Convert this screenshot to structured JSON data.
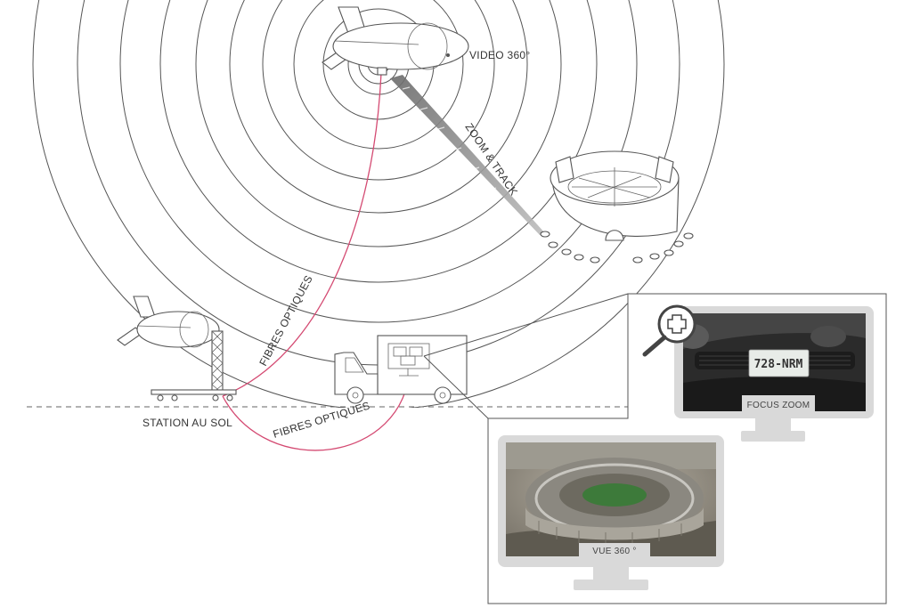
{
  "labels": {
    "video360": "VIDEO 360°",
    "zoom_track": "ZOOM & TRACK",
    "fibres_upper": "FIBRES OPTIQUES",
    "fibres_lower": "FIBRES OPTIQUES",
    "station": "STATION AU SOL",
    "focus_zoom": "FOCUS ZOOM",
    "vue360": "VUE 360 °",
    "plate": "728-NRM"
  },
  "colors": {
    "fiber": "#d44a72",
    "line": "#555555",
    "monitor": "#d9d9d9",
    "zoom_beam": "#9a9a9a"
  },
  "icons": [
    "magnifier-plus-icon"
  ]
}
